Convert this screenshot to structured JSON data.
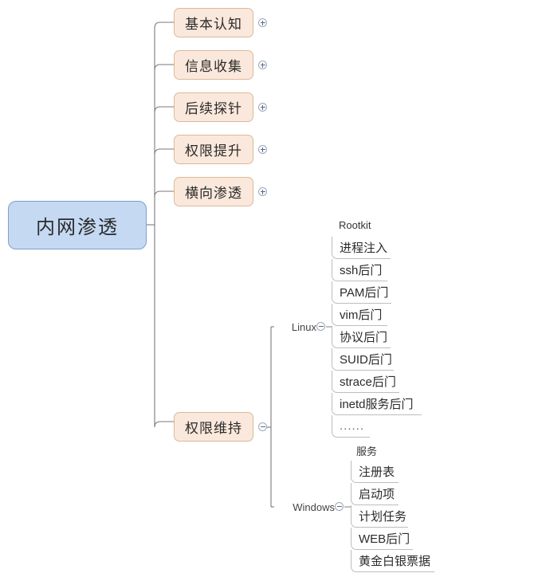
{
  "diagram": {
    "type": "mind-map",
    "title": "内网渗透",
    "root": {
      "label": "内网渗透",
      "color": "#c5d9f3",
      "border_color": "#7e9fd0"
    },
    "node_colors": {
      "level1_fill": "#fbe8dc",
      "level1_border": "#dcb99a",
      "connector": "#7a7a7a",
      "leaf_rule": "#bdbdbd"
    },
    "branches": [
      {
        "label": "基本认知",
        "toggle": "plus",
        "toggle_icon": "circle-plus-icon"
      },
      {
        "label": "信息收集",
        "toggle": "plus",
        "toggle_icon": "circle-plus-icon"
      },
      {
        "label": "后续探针",
        "toggle": "plus",
        "toggle_icon": "circle-plus-icon"
      },
      {
        "label": "权限提升",
        "toggle": "plus",
        "toggle_icon": "circle-plus-icon"
      },
      {
        "label": "横向渗透",
        "toggle": "plus",
        "toggle_icon": "circle-plus-icon"
      },
      {
        "label": "权限维持",
        "toggle": "minus",
        "toggle_icon": "circle-minus-icon"
      }
    ],
    "persistence": {
      "label": "权限维持",
      "platforms": [
        {
          "label": "Linux",
          "toggle": "minus",
          "toggle_icon": "circle-minus-icon",
          "group_label": "Rootkit",
          "items": [
            "进程注入",
            "ssh后门",
            "PAM后门",
            "vim后门",
            "协议后门",
            "SUID后门",
            "strace后门",
            "inetd服务后门",
            "......"
          ]
        },
        {
          "label": "Windows",
          "toggle": "minus",
          "toggle_icon": "circle-minus-icon",
          "group_label": "服务",
          "items": [
            "注册表",
            "启动项",
            "计划任务",
            "WEB后门",
            "黄金白银票据"
          ]
        }
      ]
    }
  }
}
